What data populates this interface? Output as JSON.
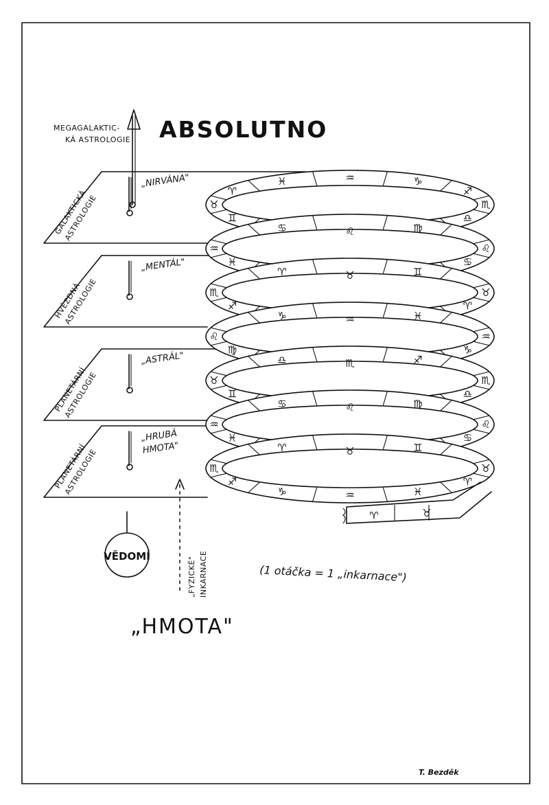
{
  "title": "ABSOLUTNO",
  "bottom_label": "„HMOTA\"",
  "top_arrow_label": [
    "MEGAGALAKTIC-",
    "KÁ ASTROLOGIE"
  ],
  "planes": [
    {
      "side_label": [
        "GALAKTICKÁ",
        "ASTROLOGIE"
      ],
      "level_label": [
        "„NIRVÁNA\""
      ]
    },
    {
      "side_label": [
        "HVĚZDNÁ",
        "ASTROLOGIE"
      ],
      "level_label": [
        "„MENTÁL\""
      ]
    },
    {
      "side_label": [
        "PLANETÁRNÍ",
        "ASTROLOGIE"
      ],
      "level_label": [
        "„ASTRÁL\""
      ]
    },
    {
      "side_label": [
        "PLANETÁRNÍ",
        "ASTROLOGIE"
      ],
      "level_label": [
        "„HRUBÁ",
        "HMOTA\""
      ]
    }
  ],
  "consciousness_label": "VĚDOMÍ",
  "incarnation_label": [
    "„FYZICKÉ\"",
    "INKARNACE"
  ],
  "legend": "(1 otáčka = 1 „inkarnace\")",
  "signature": "T. Bezděk",
  "zodiac_glyphs": [
    "♏",
    "♎",
    "♍",
    "♌",
    "♋",
    "♊",
    "♉",
    "♈",
    "♓",
    "♒",
    "♑",
    "♐"
  ],
  "spiral_turns": 7
}
